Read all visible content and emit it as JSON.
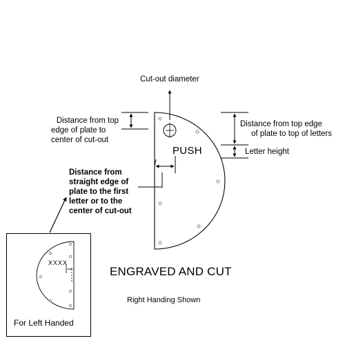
{
  "labels": {
    "cutout_diameter": "Cut-out diameter",
    "dist_top_center_1": "Distance from top",
    "dist_top_center_2": "edge of plate to",
    "dist_top_center_3": "center of cut-out",
    "dist_top_letters_1": "Distance from top edge",
    "dist_top_letters_2": "of plate to top of letters",
    "letter_height": "Letter height",
    "straight_edge_1": "Distance from",
    "straight_edge_2": "straight edge of",
    "straight_edge_3": "plate to the first",
    "straight_edge_4": "letter or to the",
    "straight_edge_5": "center of cut-out"
  },
  "plate": {
    "text": "PUSH"
  },
  "titles": {
    "main": "ENGRAVED AND CUT",
    "sub": "Right Handing Shown"
  },
  "inset": {
    "text": "XXXX",
    "caption": "For Left Handed"
  }
}
